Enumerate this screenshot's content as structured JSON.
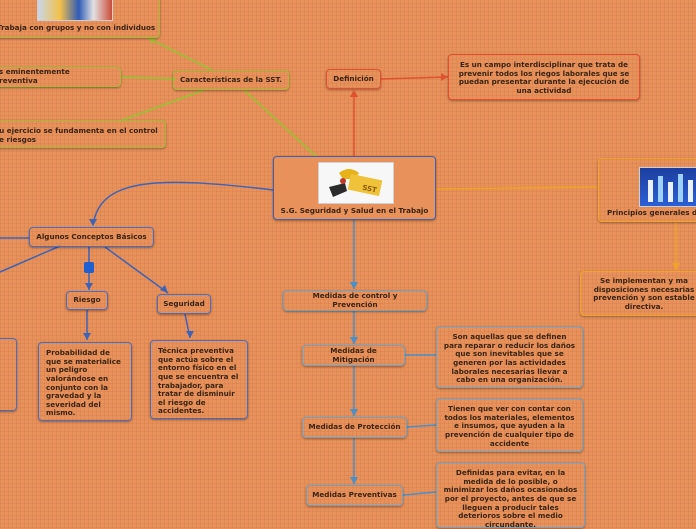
{
  "root": {
    "title": "S.G.  Seguridad y Salud en el Trabajo"
  },
  "top_left": {
    "grupos": "Trabaja con grupos y no con individuos"
  },
  "caracteristicas": {
    "title": "Características de la SST.",
    "preventiva": "Es eminentemente preventiva",
    "control": "Su ejercicio se fundamenta en el control de riesgos"
  },
  "definicion": {
    "title": "Definición",
    "text": "Es un campo interdisciplinar que trata de prevenir todos los riegos laborales que se puedan presentar durante la ejecución de una actividad"
  },
  "principios": {
    "title": "Principios generales de",
    "text": "Se implementan y ma disposiciones necesarias prevención y son estable directiva."
  },
  "conceptos": {
    "title": "Algunos  Conceptos Básicos",
    "riesgo": {
      "title": "Riesgo",
      "text": "Probabilidad de que se materialice un peligro valorándose en conjunto con la gravedad y la severidad del mismo."
    },
    "seguridad": {
      "title": "Seguridad",
      "text": "Técnica preventiva que actúa sobre el entorno físico en el que se encuentra el trabajador, para tratar de disminuir el riesgo de accidentes."
    }
  },
  "medidas": {
    "title": "Medidas de control y Prevención",
    "mitigacion": {
      "title": "Medidas de Mitigación",
      "text": "Son aquellas que se definen para reparar o reducir los daños que son inevitables que se generen por las actividades laborales necesarias llevar a cabo en una organización."
    },
    "proteccion": {
      "title": "Medidas de Protección",
      "text": "Tienen que ver con contar con todos los materiales, elementos e insumos, que ayuden a  la prevención de cualquier tipo de accidente"
    },
    "preventivas": {
      "title": "Medidas Preventivas",
      "text": "Definidas para evitar, en la medida de lo posible, o minimizar los daños ocasionados por el proyecto, antes de que se lleguen a producir tales deterioros sobre el medio circundante."
    }
  },
  "images": {
    "root_image": "SST"
  },
  "colors": {
    "background": "#e8915a",
    "green": "#a6b83a",
    "red": "#e0512f",
    "blue": "#4a6fc0",
    "orange": "#f0a327",
    "cyan": "#6aa4c8"
  }
}
